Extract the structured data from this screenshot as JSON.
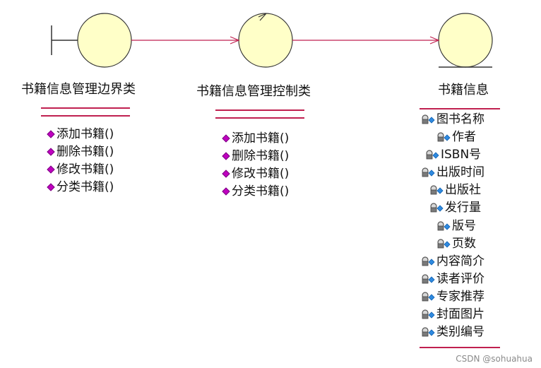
{
  "colors": {
    "line": "#c02050",
    "arrow": "#c02050",
    "circle_fill": "#ffffc8",
    "stroke": "#333333",
    "attr_icon": "#2f8ae0"
  },
  "classes": [
    {
      "stereotype": "boundary",
      "name": "书籍信息管理边界类",
      "operations": [
        "添加书籍()",
        "删除书籍()",
        "修改书籍()",
        "分类书籍()"
      ]
    },
    {
      "stereotype": "control",
      "name": "书籍信息管理控制类",
      "operations": [
        "添加书籍()",
        "删除书籍()",
        "修改书籍()",
        "分类书籍()"
      ]
    },
    {
      "stereotype": "entity",
      "name": "书籍信息",
      "attributes": [
        "图书名称",
        "作者",
        "ISBN号",
        "出版时间",
        "出版社",
        "发行量",
        "版号",
        "页数",
        "内容简介",
        "读者评价",
        "专家推荐",
        "封面图片",
        "类别编号"
      ]
    }
  ],
  "icons": {
    "operation": "operation-diamond-icon",
    "attribute": "attribute-key-icon"
  },
  "watermark": "CSDN @sohuahua"
}
